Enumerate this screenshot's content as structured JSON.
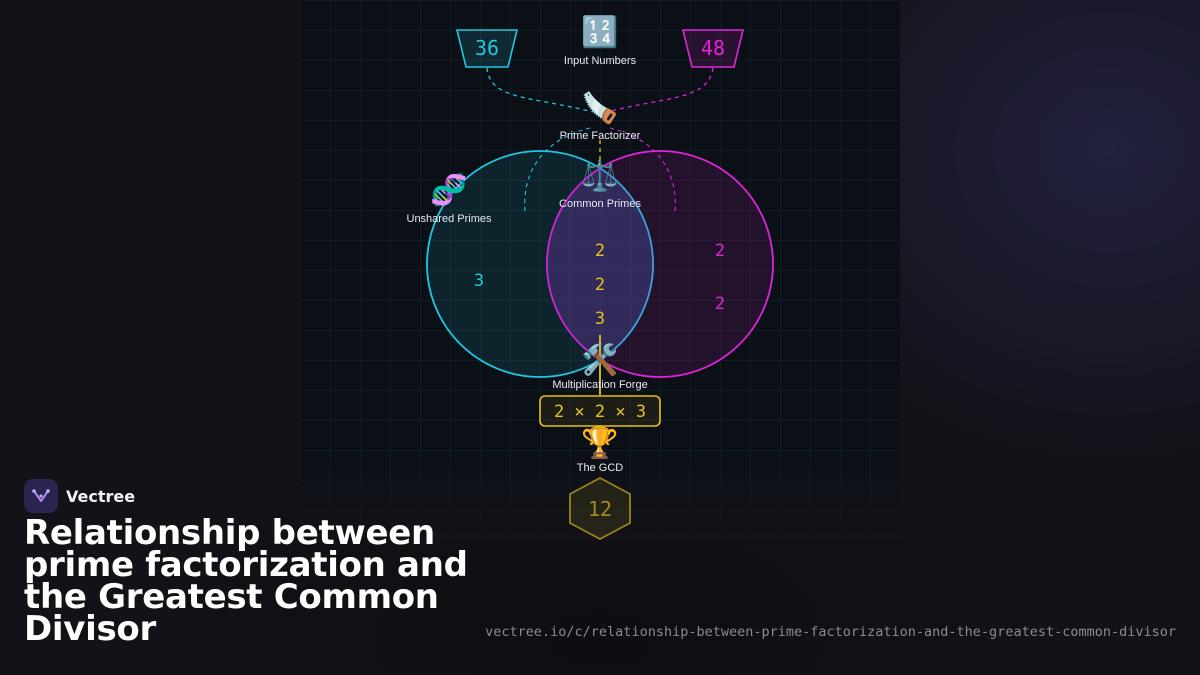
{
  "inputs": {
    "a": "36",
    "b": "48",
    "label": "Input Numbers"
  },
  "steps": {
    "factorizer": "Prime Factorizer",
    "common": "Common Primes",
    "unshared": "Unshared Primes",
    "forge": "Multiplication Forge",
    "gcd": "The GCD"
  },
  "venn": {
    "left_only": [
      "3"
    ],
    "shared": [
      "2",
      "2",
      "3"
    ],
    "right_only": [
      "2",
      "2"
    ]
  },
  "product_expression": "2 × 2 × 3",
  "result": "12",
  "icons": {
    "input": "🔢",
    "saw": "🪚",
    "scale": "⚖️",
    "dna": "🧬",
    "tools": "🛠️",
    "trophy": "🏆"
  },
  "colors": {
    "cyan": "#22c6e0",
    "magenta": "#e024d8",
    "gold": "#e6c21d"
  },
  "brand": {
    "name": "Vectree"
  },
  "title": "Relationship between prime factorization and the Greatest Common Divisor",
  "url": "vectree.io/c/relationship-between-prime-factorization-and-the-greatest-common-divisor"
}
